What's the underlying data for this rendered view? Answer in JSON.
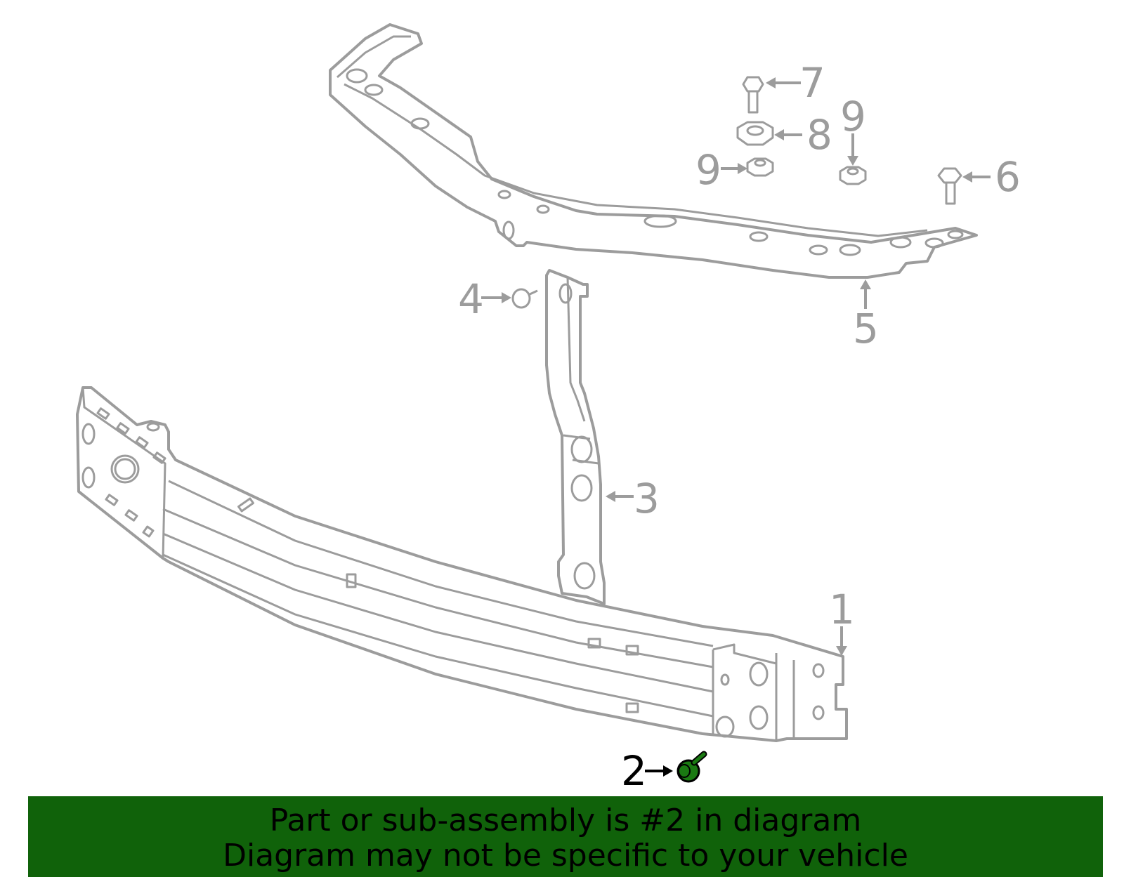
{
  "callouts": {
    "c1": "1",
    "c2": "2",
    "c3": "3",
    "c4": "4",
    "c5": "5",
    "c6": "6",
    "c7": "7",
    "c8": "8",
    "c9a": "9",
    "c9b": "9"
  },
  "highlighted_part": "2",
  "colors": {
    "highlight": "#1a7a12",
    "banner": "#10620a",
    "part_stroke": "#9c9c9c"
  },
  "banner": {
    "line1": "Part or sub-assembly is #2 in diagram",
    "line2": "Diagram may not be specific to your vehicle"
  }
}
